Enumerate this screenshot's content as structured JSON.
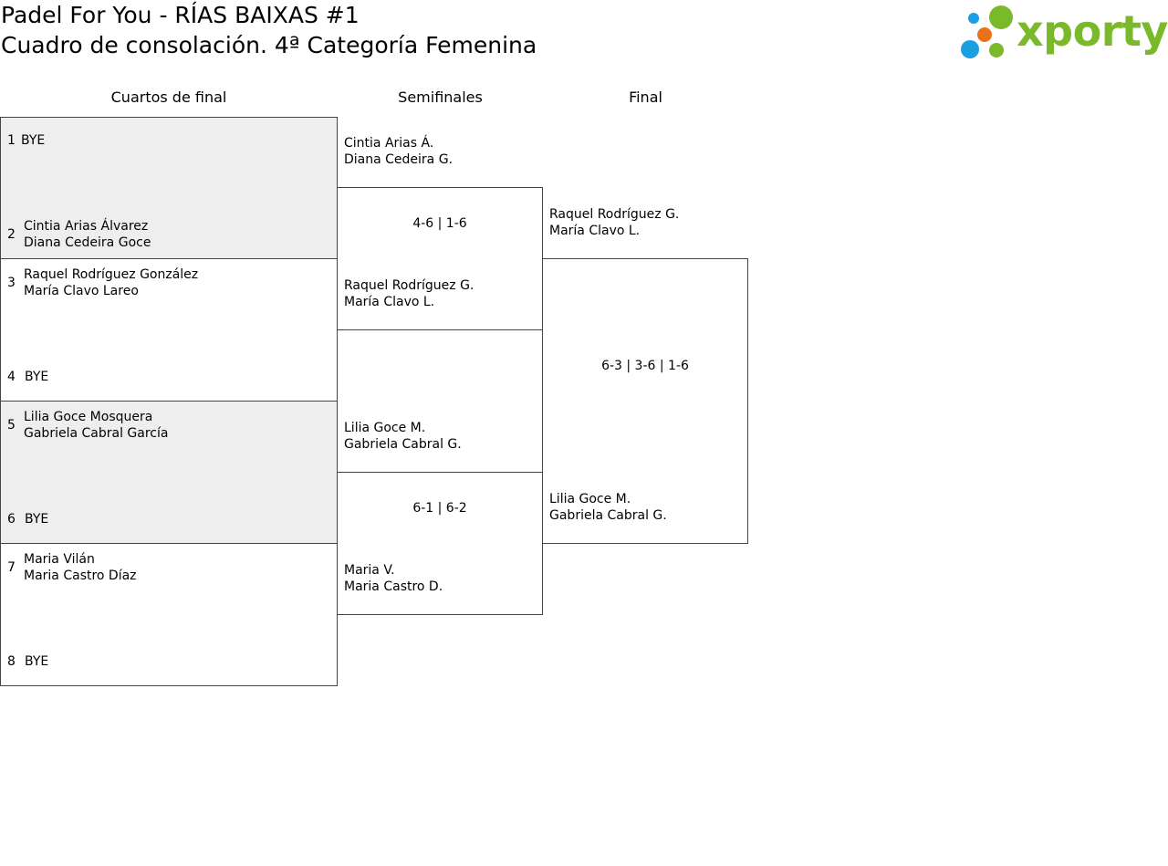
{
  "header": {
    "title_line1": "Padel For You - RÍAS BAIXAS #1",
    "title_line2": "Cuadro de consolación. 4ª Categoría Femenina"
  },
  "logo": {
    "text": "xporty",
    "colors": {
      "green": "#7ab929",
      "orange": "#e8711a",
      "blue": "#1aa0e0"
    }
  },
  "rounds": {
    "quarters": "Cuartos de final",
    "semis": "Semifinales",
    "final": "Final"
  },
  "quarterfinals": [
    {
      "seed_a": "1",
      "team_a": [
        "BYE"
      ],
      "seed_b": "2",
      "team_b": [
        "Cintia Arias Álvarez",
        "Diana Cedeira Goce"
      ]
    },
    {
      "seed_a": "3",
      "team_a": [
        "Raquel Rodríguez González",
        "María Clavo Lareo"
      ],
      "seed_b": "4",
      "team_b": [
        "BYE"
      ]
    },
    {
      "seed_a": "5",
      "team_a": [
        "Lilia Goce Mosquera",
        "Gabriela Cabral García"
      ],
      "seed_b": "6",
      "team_b": [
        "BYE"
      ]
    },
    {
      "seed_a": "7",
      "team_a": [
        "Maria Vilán",
        "Maria Castro Díaz"
      ],
      "seed_b": "8",
      "team_b": [
        "BYE"
      ]
    }
  ],
  "semifinals": [
    {
      "team_a": [
        "Cintia Arias Á.",
        "Diana Cedeira G."
      ],
      "score": "4-6 | 1-6",
      "team_b": [
        "Raquel Rodríguez G.",
        "María Clavo L."
      ],
      "winner": "b"
    },
    {
      "team_a": [
        "Lilia Goce M.",
        "Gabriela Cabral G."
      ],
      "score": "6-1 | 6-2",
      "team_b": [
        "Maria V.",
        "Maria Castro D."
      ],
      "winner": "a"
    }
  ],
  "final": {
    "team_a": [
      "Raquel Rodríguez G.",
      "María Clavo L."
    ],
    "score": "6-3 | 3-6 | 1-6",
    "team_b": [
      "Lilia Goce M.",
      "Gabriela Cabral G."
    ],
    "winner": "b"
  }
}
